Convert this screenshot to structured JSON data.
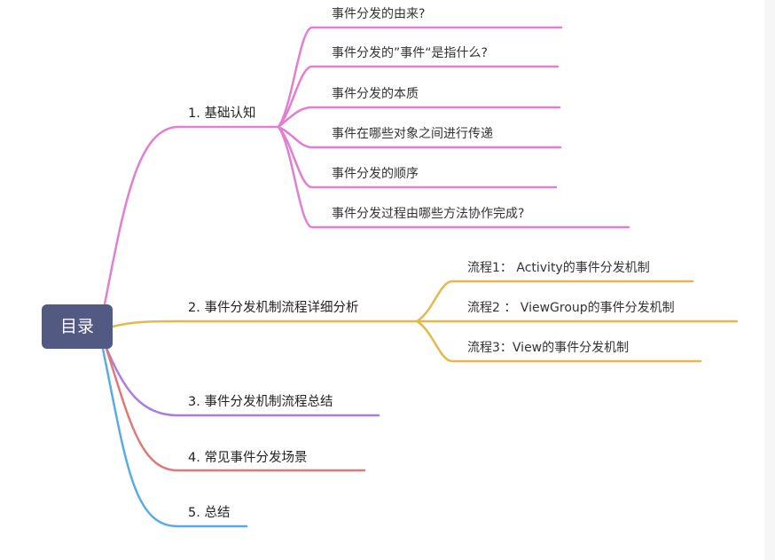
{
  "root": {
    "label": "目录"
  },
  "branches": [
    {
      "label": "1. 基础认知",
      "color": "#e17fd0",
      "children": [
        "事件分发的由来?",
        "事件分发的”事件“是指什么?",
        "事件分发的本质",
        "事件在哪些对象之间进行传递",
        "事件分发的顺序",
        "事件分发过程由哪些方法协作完成?"
      ]
    },
    {
      "label": "2. 事件分发机制流程详细分析",
      "color": "#e4b84c",
      "children": [
        "流程1： Activity的事件分发机制",
        "流程2 ： ViewGroup的事件分发机制",
        "流程3：View的事件分发机制"
      ]
    },
    {
      "label": "3. 事件分发机制流程总结",
      "color": "#a77de0",
      "children": []
    },
    {
      "label": "4. 常见事件分发场景",
      "color": "#e07878",
      "children": []
    },
    {
      "label": "5. 总结",
      "color": "#5aabe3",
      "children": []
    }
  ]
}
